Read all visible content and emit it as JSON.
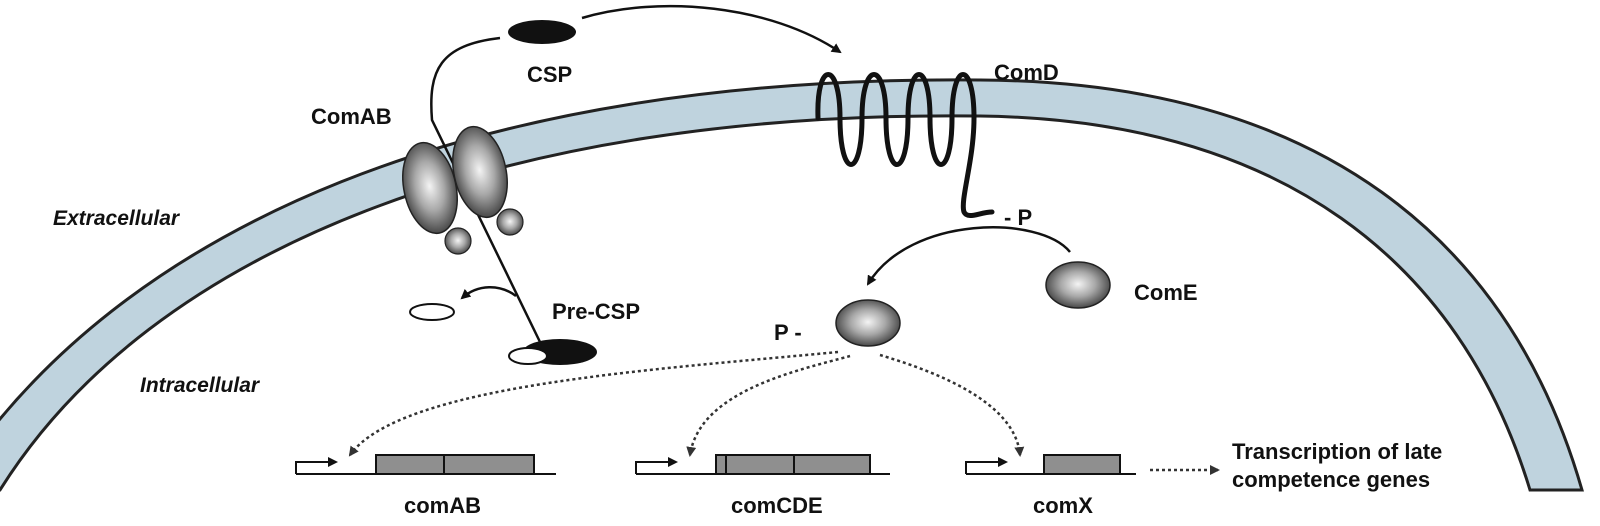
{
  "labels": {
    "csp": "CSP",
    "comd": "ComD",
    "comab": "ComAB",
    "extracellular": "Extracellular",
    "intracellular": "Intracellular",
    "pre_csp": "Pre-CSP",
    "phospho_comd": "- P",
    "phospho_come": "P -",
    "come": "ComE",
    "transcription": "Transcription of late competence genes"
  },
  "transcription_lines": [
    "Transcription of late",
    "competence genes"
  ],
  "genes": [
    "comAB",
    "comCDE",
    "comX"
  ],
  "colors": {
    "membrane_fill": "#bfd3de",
    "membrane_stroke": "#222222",
    "gene_box": "#8f8f8f",
    "protein_dark": "#2a2a2a",
    "protein_light": "#f4f4f4"
  }
}
